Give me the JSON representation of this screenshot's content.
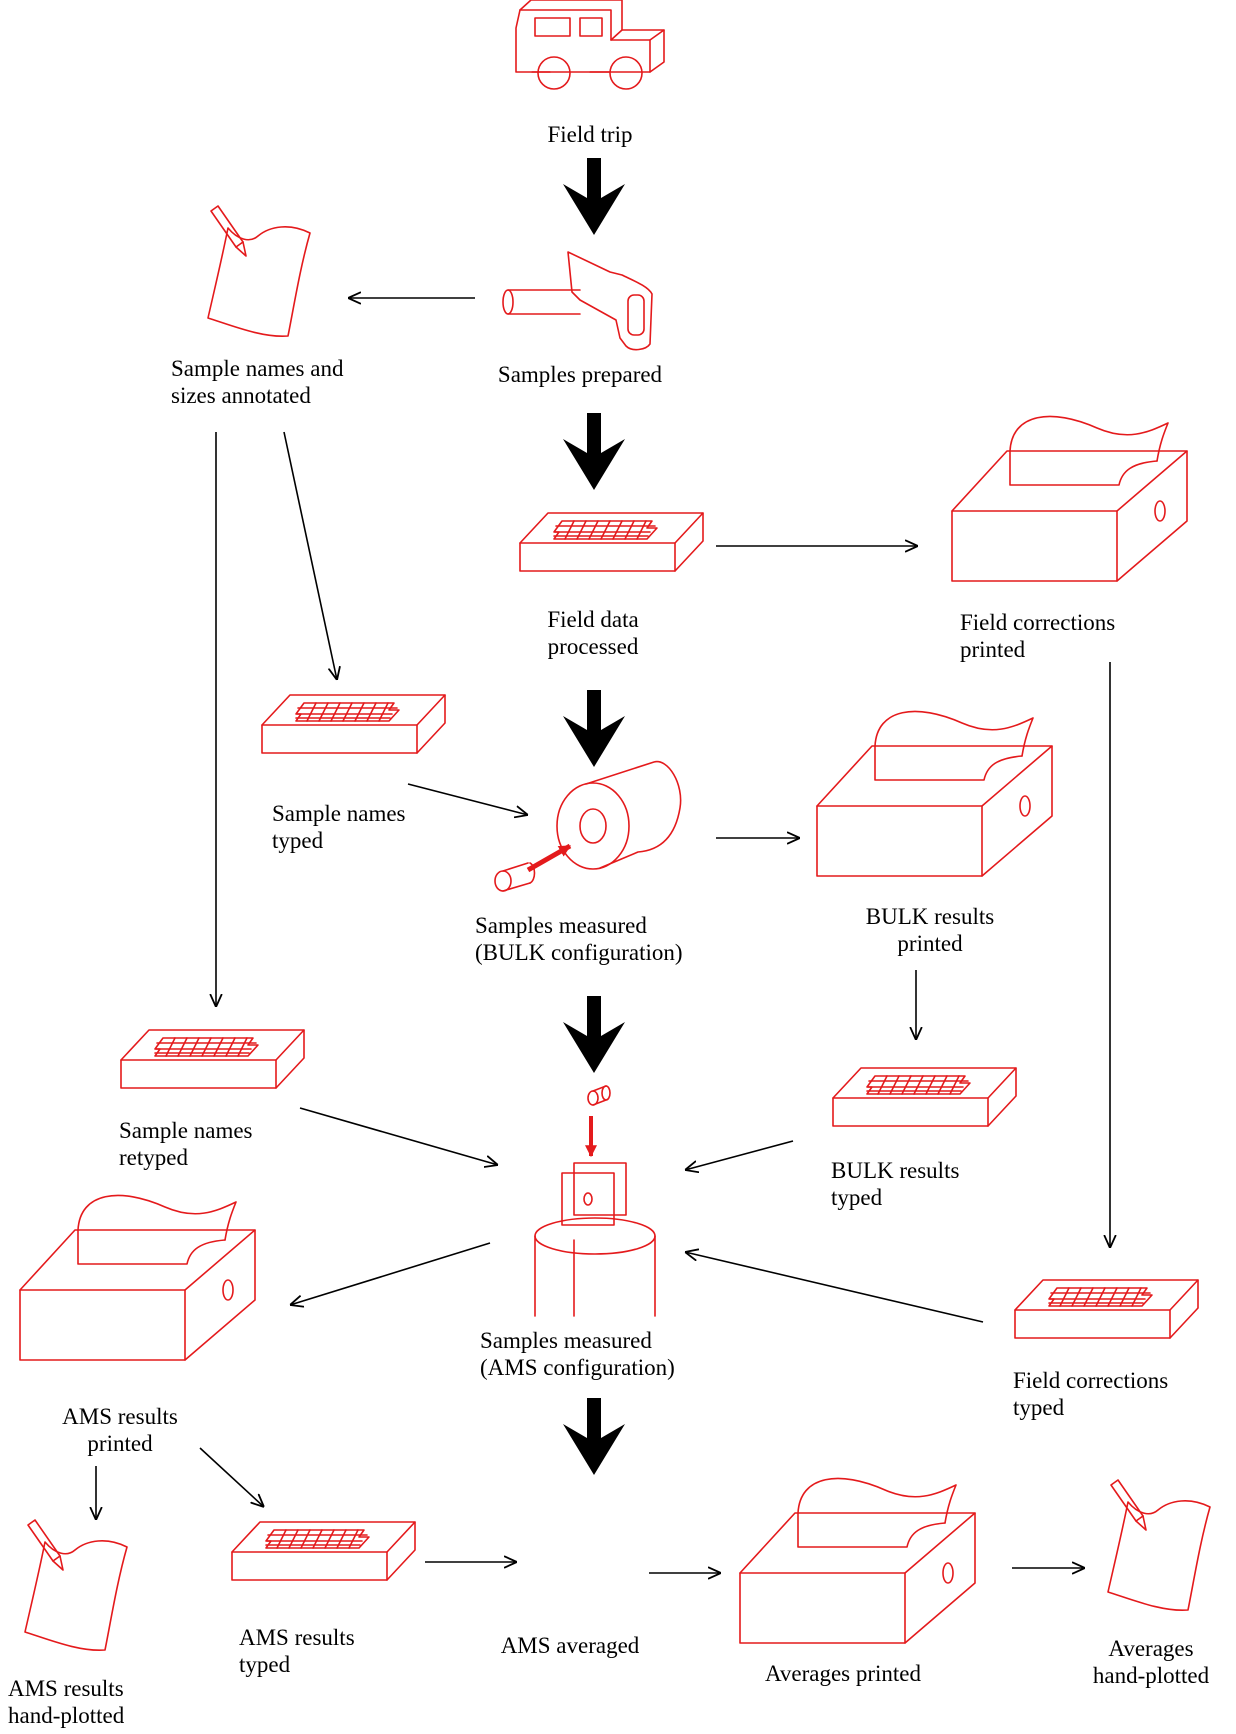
{
  "colors": {
    "icon": "#e41a1c",
    "arrow": "#000000",
    "background": "#ffffff"
  },
  "nodes": {
    "field_trip": {
      "line1": "Field trip",
      "icon": "truck-icon"
    },
    "samples_prepared": {
      "line1": "Samples prepared",
      "icon": "sample-cutter-icon"
    },
    "names_annotated": {
      "line1": "Sample names and",
      "line2": "sizes annotated",
      "icon": "paper-pen-icon"
    },
    "field_data_processed": {
      "line1": "Field data",
      "line2": "processed",
      "icon": "keyboard-icon"
    },
    "field_corrections_printed": {
      "line1": "Field corrections",
      "line2": "printed",
      "icon": "printer-icon"
    },
    "names_typed": {
      "line1": "Sample names",
      "line2": "typed",
      "icon": "keyboard-icon"
    },
    "measured_bulk": {
      "line1": "Samples measured",
      "line2": "(BULK configuration)",
      "icon": "bulk-instrument-icon"
    },
    "bulk_printed": {
      "line1": "BULK results",
      "line2": "printed",
      "icon": "printer-icon"
    },
    "names_retyped": {
      "line1": "Sample names",
      "line2": "retyped",
      "icon": "keyboard-icon"
    },
    "bulk_typed": {
      "line1": "BULK results",
      "line2": "typed",
      "icon": "keyboard-icon"
    },
    "measured_ams": {
      "line1": "Samples measured",
      "line2": "(AMS configuration)",
      "icon": "ams-instrument-icon"
    },
    "field_corrections_typed": {
      "line1": "Field corrections",
      "line2": "typed",
      "icon": "keyboard-icon"
    },
    "ams_printed": {
      "line1": "AMS results",
      "line2": "printed",
      "icon": "printer-icon"
    },
    "ams_hand_plotted": {
      "line1": "AMS results",
      "line2": "hand-plotted",
      "icon": "paper-pen-icon"
    },
    "ams_typed": {
      "line1": "AMS results",
      "line2": "typed",
      "icon": "keyboard-icon"
    },
    "ams_averaged": {
      "line1": "AMS averaged"
    },
    "averages_printed": {
      "line1": "Averages printed",
      "icon": "printer-icon"
    },
    "averages_hand_plotted": {
      "line1": "Averages",
      "line2": "hand-plotted",
      "icon": "paper-pen-icon"
    }
  }
}
